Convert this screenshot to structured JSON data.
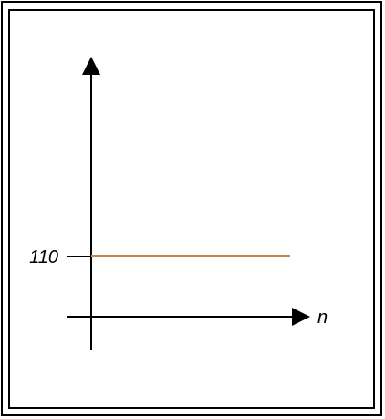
{
  "figure": {
    "y_tick_label": "110",
    "x_axis_label": "n",
    "line_color": "#c8874a",
    "axis_color": "#000000"
  },
  "chart_data": {
    "type": "line",
    "xlabel": "n",
    "ylabel": "",
    "y_ticks": [
      "110"
    ],
    "series": [
      {
        "values": [
          110,
          110
        ]
      }
    ],
    "grid": false
  }
}
